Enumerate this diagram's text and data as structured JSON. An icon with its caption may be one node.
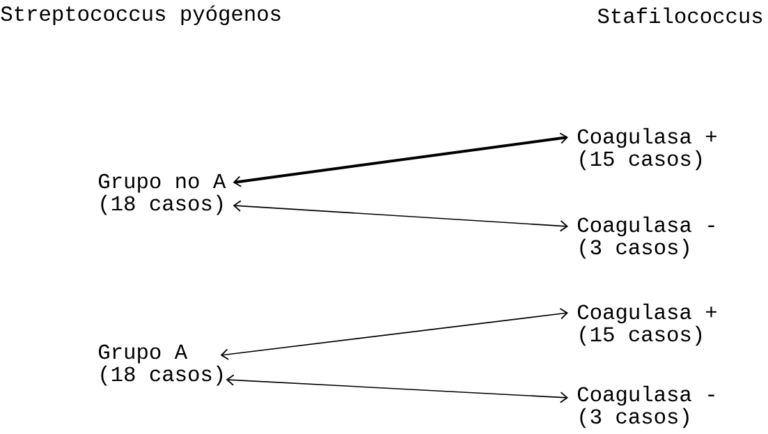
{
  "diagram": {
    "nodes": [
      {
        "text": [
          "Grupo no A",
          "(18 casos)"
        ]
      },
      {
        "text": [
          "Coagulasa +",
          "(15 casos)"
        ]
      },
      {
        "text": [
          "Coagulasa -",
          "(3 casos)"
        ]
      },
      {
        "text": [
          "Grupo A",
          "(18 casos)"
        ]
      },
      {
        "text": [
          "Coagulasa +",
          "(15 casos)"
        ]
      },
      {
        "text": [
          "Coagulasa -",
          "(3 casos)"
        ]
      }
    ],
    "edges": [
      {
        "from": 0,
        "to": 1,
        "arrow": "both",
        "style": "thick"
      },
      {
        "from": 0,
        "to": 2,
        "arrow": "both"
      },
      {
        "from": 3,
        "to": 4,
        "arrow": "both"
      },
      {
        "from": 3,
        "to": 5,
        "arrow": "both"
      }
    ],
    "labels": [
      "Streptococcus pyógenos",
      "Stafilococcus"
    ]
  }
}
